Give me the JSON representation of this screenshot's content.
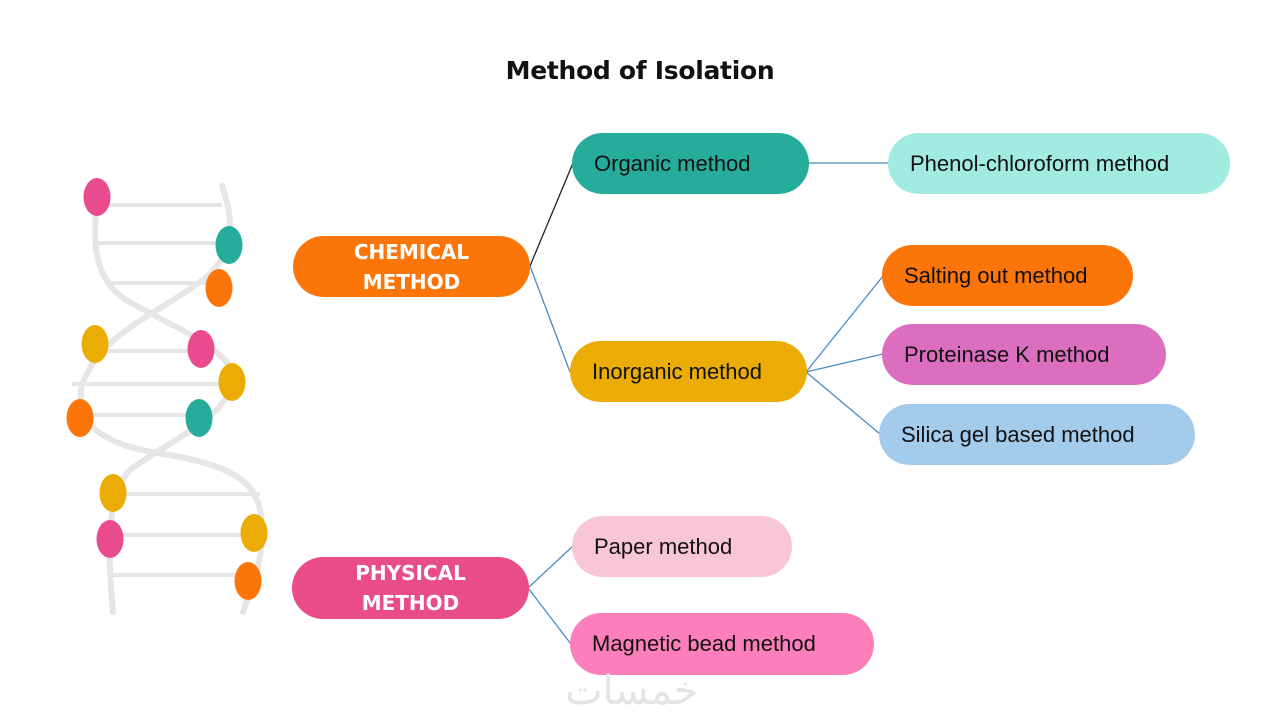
{
  "title": "Method of Isolation",
  "colors": {
    "chemical": "#fc7508",
    "physical": "#e84d87",
    "organic": "#26ac9a",
    "inorganic": "#ebac05",
    "phenol": "#a1ebe1",
    "salting": "#fc7508",
    "proteinase": "#dc6ec0",
    "silica": "#a3cbec",
    "paper": "#f8c6d6",
    "magnetic": "#fc7ebb",
    "dna_pink": "#ea4a8e",
    "dna_teal": "#26ac9a",
    "dna_orange": "#fc7508",
    "dna_yellow": "#ebac05",
    "dna_strand": "#e6e6e6",
    "link_blue": "#4a8cc2",
    "link_dark": "#222222"
  },
  "nodes": {
    "chemical": {
      "line1": "CHEMICAL",
      "line2": "METHOD"
    },
    "physical": {
      "line1": "PHYSICAL",
      "line2": "METHOD"
    },
    "organic": "Organic method",
    "inorganic": "Inorganic method",
    "phenol": "Phenol-chloroform method",
    "salting": "Salting out method",
    "proteinase": "Proteinase K method",
    "silica": "Silica gel based method",
    "paper": "Paper method",
    "magnetic": "Magnetic bead method"
  },
  "watermark": "خمسات"
}
